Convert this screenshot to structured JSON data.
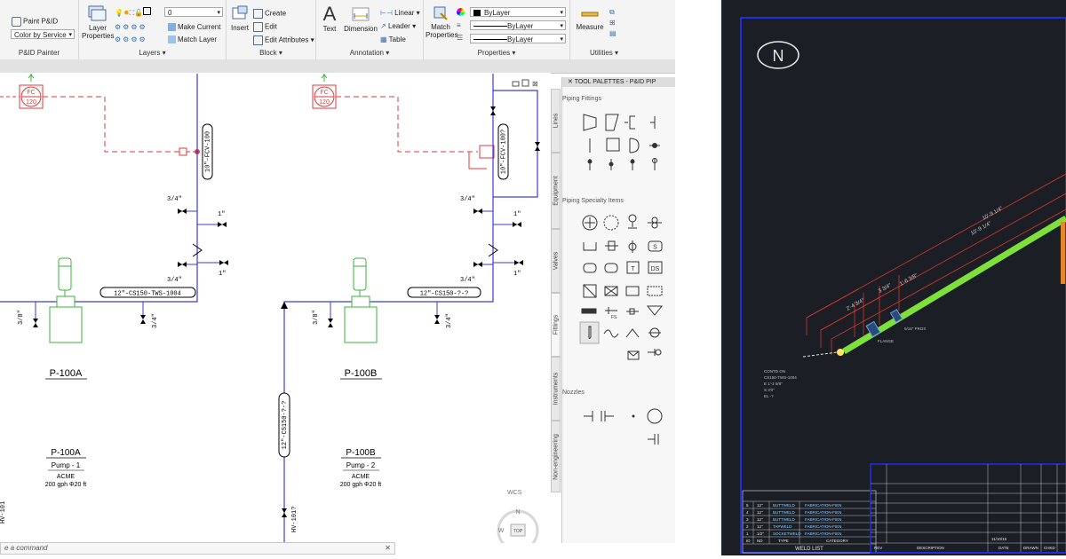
{
  "ribbon": {
    "paint_pid": "Paint P&ID",
    "color_by_service": "Color by Service",
    "pid_painter_label": "P&ID Painter",
    "layer_properties_label": "Layer Properties",
    "layer_name_value": "0",
    "make_current_label": "Make Current",
    "match_layer_label": "Match Layer",
    "layers_label": "Layers",
    "insert_label": "Insert",
    "create_label": "Create",
    "edit_label": "Edit",
    "edit_attributes_label": "Edit Attributes",
    "block_label": "Block",
    "text_label": "Text",
    "dimension_label": "Dimension",
    "linear_label": "Linear",
    "leader_label": "Leader",
    "table_label": "Table",
    "annotation_label": "Annotation",
    "match_properties_label": "Match Properties",
    "bylayer_color": "ByLayer",
    "bylayer_linetype": "ByLayer",
    "bylayer_lineweight": "ByLayer",
    "properties_label": "Properties",
    "measure_label": "Measure",
    "utilities_label": "Utilities"
  },
  "command": {
    "placeholder": "e a command"
  },
  "drawing": {
    "fc_left": [
      "FC",
      "120"
    ],
    "fc_right": [
      "FC",
      "120"
    ],
    "fcv_left": "10\"-FCV-100",
    "fcv_right": "10\"-FCV-100?",
    "size_34": "3/4\"",
    "size_1": "1\"",
    "size_38": "3/8\"",
    "line_left": "12\"-CS150-TWS-1004",
    "line_right": "12\"-CS150-?-?",
    "line_vertical": "12\"-CS150-?-?",
    "pump_a_tag": "P-100A",
    "pump_b_tag": "P-100B",
    "pump_a_title": "P-100A",
    "pump_a_desc": "Pump - 1",
    "pump_a_mfr": "ACME",
    "pump_a_spec": "200 gph Φ20 ft",
    "pump_b_title": "P-100B",
    "pump_b_desc": "Pump - 2",
    "pump_b_mfr": "ACME",
    "pump_b_spec": "200 gph Φ20 ft",
    "hv_left": "HV-101",
    "hv_mid": "HV-101?",
    "wcs": "WCS",
    "nav_n": "N",
    "nav_w": "W",
    "nav_top": "TOP"
  },
  "palette": {
    "title": "TOOL PALETTES - P&ID PIP",
    "section_fittings": "Piping Fittings",
    "section_specialty": "Piping Specialty Items",
    "section_nozzles": "Nozzles",
    "tabs": [
      "Lines",
      "Equipment",
      "Valves",
      "Fittings",
      "Instruments",
      "Non-engineering"
    ],
    "symbol_labels": [
      "S",
      "T",
      "DS",
      "FS"
    ]
  },
  "iso": {
    "north": "N",
    "dims": [
      "10'-9 1/4\"",
      "10'-9 1/4\"",
      "2'-4 3/4\"",
      "3 3/4\"",
      "1'-6 3/8\""
    ],
    "valve_note_1": "CONTD ON",
    "valve_note_2": "FLANGE",
    "valve_note_3": "5/16\" PROX",
    "weld_list_rows": [
      [
        "5",
        "12\"",
        "BUTTWELD",
        "FABRICATION-FIEN"
      ],
      [
        "4",
        "12\"",
        "BUTTWELD",
        "FABRICATION-FIEN"
      ],
      [
        "3",
        "12\"",
        "BUTTWELD",
        "FABRICATION-FIEN"
      ],
      [
        "2",
        "12\"",
        "TAPWELD",
        "FABRICATION-FIEN"
      ],
      [
        "1",
        "1/2\"",
        "SOCKETWELD",
        "FABRICATION-FIEN"
      ]
    ],
    "weld_headers": [
      "ID",
      "ND",
      "TYPE",
      "CATEGORY"
    ],
    "weld_list_title": "WELD LIST",
    "tb_date": "11/10/15",
    "tb_headers": [
      "REV",
      "DESCRIPTION",
      "DATE",
      "DRAWN",
      "CHKD"
    ]
  }
}
